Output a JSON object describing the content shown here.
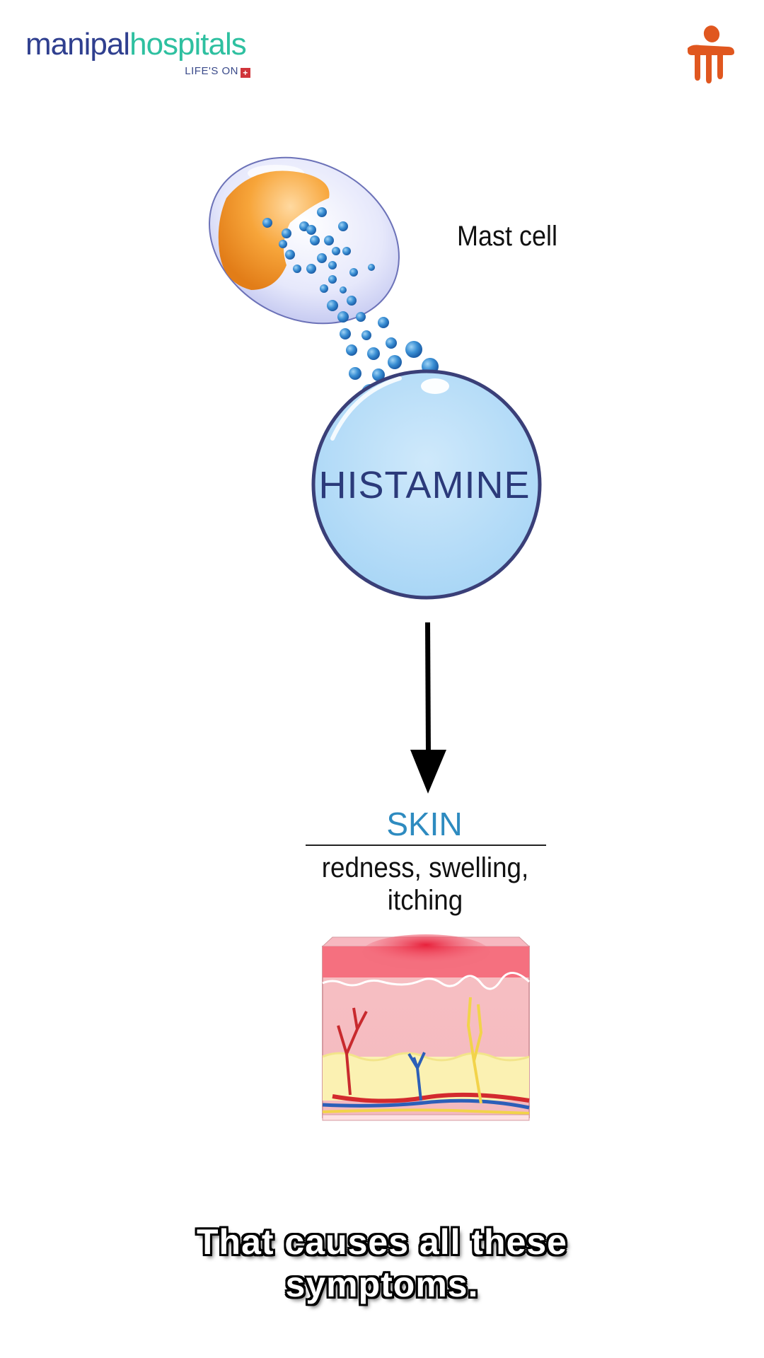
{
  "logo": {
    "brand_part1": "manipal",
    "brand_part2": "hospitals",
    "tagline": "LIFE'S ON",
    "cross_symbol": "+"
  },
  "brand_icon": {
    "icon": "seated-figure-logo-icon",
    "color": "#e0571f"
  },
  "diagram": {
    "mast_cell_label": "Mast cell",
    "histamine_label": "HISTAMINE",
    "skin_title": "SKIN",
    "skin_symptoms": "redness, swelling, itching"
  },
  "caption": "That causes all these symptoms.",
  "colors": {
    "histamine_fill": "#b5dcf7",
    "histamine_border": "#3a3f78",
    "granule": "#3a8fd4",
    "nucleus": "#f39a2e",
    "skin_title": "#2e8bc0"
  }
}
